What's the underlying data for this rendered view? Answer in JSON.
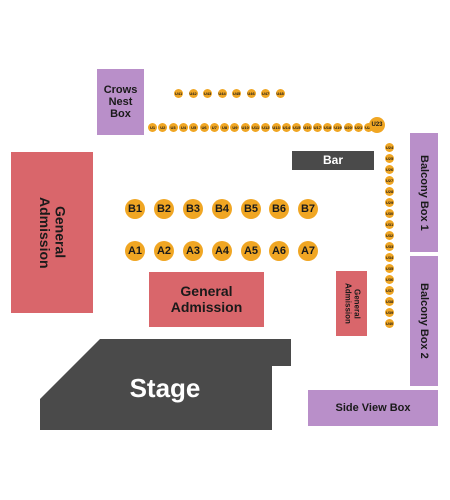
{
  "sections": {
    "crows_nest": "Crows\nNest\nBox",
    "bar": "Bar",
    "general_admission_left": "General\nAdmission",
    "general_admission_center": "General\nAdmission",
    "general_admission_right": "General\nAdmission",
    "balcony_box_1": "Balcony Box 1",
    "balcony_box_2": "Balcony Box 2",
    "side_view_box": "Side View Box",
    "stage": "Stage"
  },
  "seats": {
    "row_b": [
      "B1",
      "B2",
      "B3",
      "B4",
      "B5",
      "B6",
      "B7"
    ],
    "row_a": [
      "A1",
      "A2",
      "A3",
      "A4",
      "A5",
      "A6",
      "A7"
    ]
  },
  "upper_seats": {
    "top_row": [
      "U41",
      "U42",
      "U43",
      "U44",
      "U45",
      "U46",
      "U47",
      "U48"
    ],
    "mid_row": [
      "U1",
      "U2",
      "U3",
      "U4",
      "U5",
      "U6",
      "U7",
      "U8",
      "U9",
      "U10",
      "U11",
      "U12",
      "U13",
      "U14",
      "U15",
      "U16",
      "U17",
      "U18",
      "U19",
      "U20",
      "U21",
      "U22"
    ],
    "corner": "U23",
    "right_column": [
      "U24",
      "U25",
      "U26",
      "U27",
      "U28",
      "U29",
      "U30",
      "U31",
      "U32",
      "U33",
      "U34",
      "U35",
      "U36",
      "U37",
      "U38",
      "U39",
      "U40"
    ]
  },
  "colors": {
    "box_purple": "#b98fc9",
    "general_admission_red": "#d9666b",
    "stage_dark": "#4a4a4a",
    "seat_orange": "#f0a623"
  }
}
